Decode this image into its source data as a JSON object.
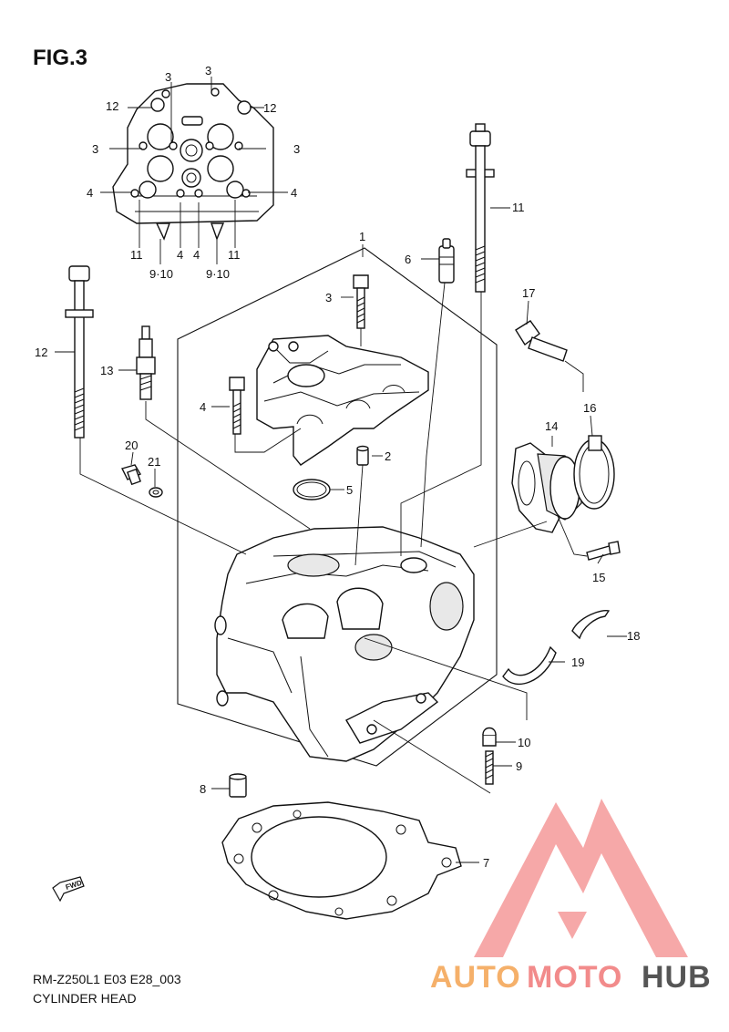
{
  "figure": {
    "title": "FIG.3",
    "model_code": "RM-Z250L1  E03 E28_003",
    "caption": "CYLINDER HEAD"
  },
  "callouts": {
    "c1": "1",
    "c2": "2",
    "c3": "3",
    "c4": "4",
    "c5": "5",
    "c6": "6",
    "c7": "7",
    "c8": "8",
    "c9": "9",
    "c10": "10",
    "c11": "11",
    "c12": "12",
    "c13": "13",
    "c14": "14",
    "c15": "15",
    "c16": "16",
    "c17": "17",
    "c18": "18",
    "c19": "19",
    "c20": "20",
    "c21": "21",
    "c910": "9·10"
  },
  "fwd_label": "FWD",
  "watermark": {
    "part1": "AUTO",
    "part2": "MOTO",
    "part3": "HUB",
    "colors": {
      "auto": "#f5b06a",
      "moto": "#f28b8b",
      "hub": "#555555",
      "logo": "#f59a9a"
    }
  }
}
